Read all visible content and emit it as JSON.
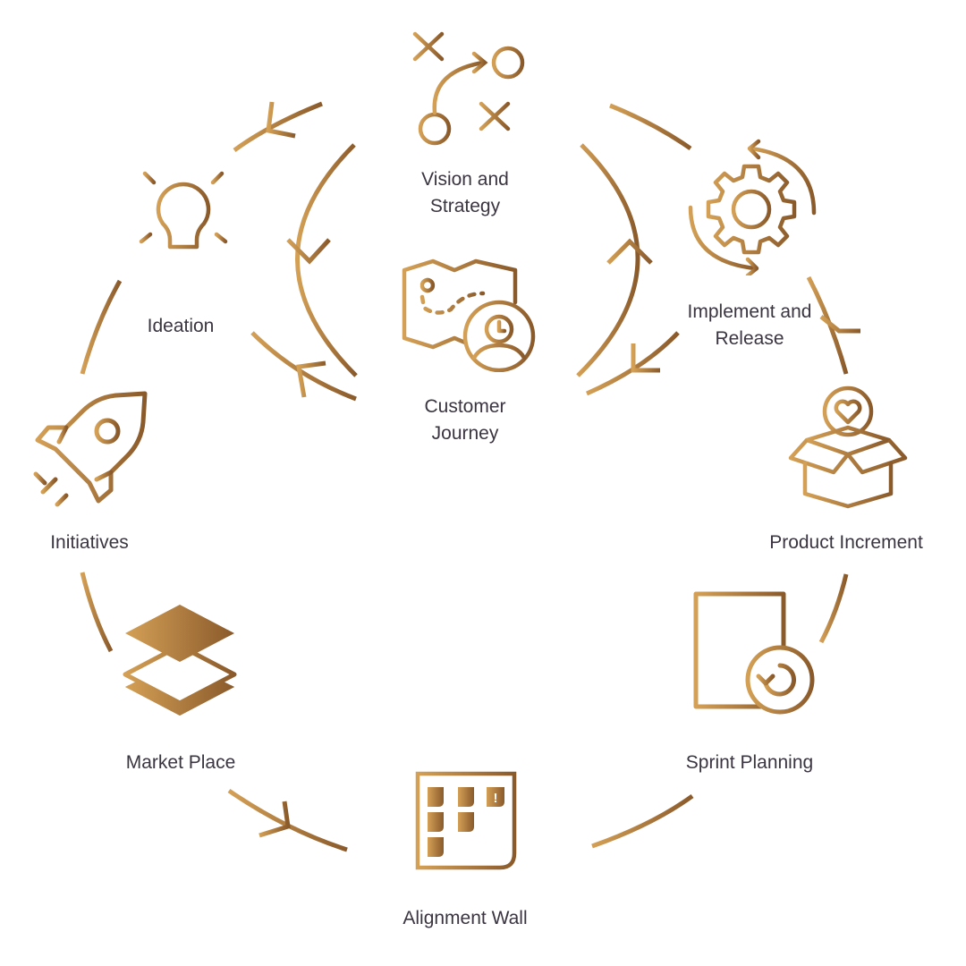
{
  "colors": {
    "gold_light": "#d4a056",
    "gold_dark": "#8a5a2b",
    "label_text": "#3a3540",
    "background": "#ffffff"
  },
  "nodes": [
    {
      "id": "vision",
      "lines": [
        "Vision and",
        "Strategy"
      ],
      "icon": "play-strategy-icon"
    },
    {
      "id": "implement",
      "lines": [
        "Implement and",
        "Release"
      ],
      "icon": "gear-cycle-icon"
    },
    {
      "id": "product",
      "lines": [
        "Product Increment"
      ],
      "icon": "heart-box-icon"
    },
    {
      "id": "sprint",
      "lines": [
        "Sprint Planning"
      ],
      "icon": "document-refresh-icon"
    },
    {
      "id": "alignment",
      "lines": [
        "Alignment Wall"
      ],
      "icon": "kanban-board-icon"
    },
    {
      "id": "market",
      "lines": [
        "Market Place"
      ],
      "icon": "layers-icon"
    },
    {
      "id": "initiatives",
      "lines": [
        "Initiatives"
      ],
      "icon": "rocket-icon"
    },
    {
      "id": "ideation",
      "lines": [
        "Ideation"
      ],
      "icon": "lightbulb-icon"
    },
    {
      "id": "journey",
      "lines": [
        "Customer",
        "Journey"
      ],
      "icon": "map-person-icon"
    }
  ]
}
